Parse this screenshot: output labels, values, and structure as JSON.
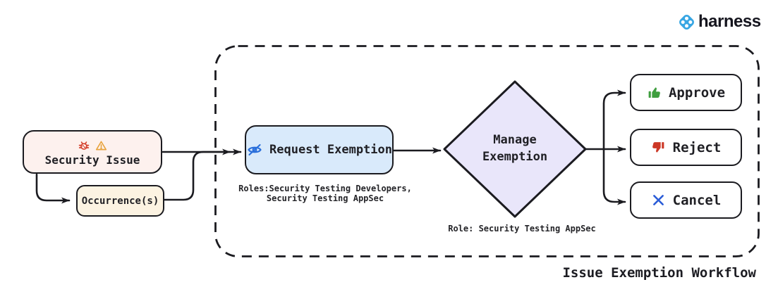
{
  "brand": {
    "wordmark": "harness",
    "logo_color": "#38a6e3"
  },
  "workflow": {
    "caption": "Issue Exemption Workflow",
    "nodes": {
      "security_issue": {
        "label": "Security Issue"
      },
      "occurrences": {
        "label": "Occurrence(s)"
      },
      "request_exemption": {
        "label": "Request Exemption",
        "roles_line1": "Roles:Security Testing Developers,",
        "roles_line2": "Security Testing AppSec"
      },
      "manage_exemption": {
        "label_line1": "Manage",
        "label_line2": "Exemption",
        "role_note": "Role: Security Testing AppSec"
      },
      "approve": {
        "label": "Approve"
      },
      "reject": {
        "label": "Reject"
      },
      "cancel": {
        "label": "Cancel"
      }
    }
  },
  "colors": {
    "ink": "#1b1b20",
    "security_issue_bg": "#fdf1ee",
    "occurrence_bg": "#fcf3e2",
    "request_bg": "#d9eafb",
    "diamond_bg": "#e9e6fa",
    "approve_green": "#3f9e3f",
    "reject_red": "#cc3726",
    "cancel_blue": "#2b5cd8",
    "bug_red": "#d43e2a",
    "warning_orange": "#e8a33d",
    "eye_blue": "#2a6fdb",
    "brand_blue": "#38a6e3"
  }
}
